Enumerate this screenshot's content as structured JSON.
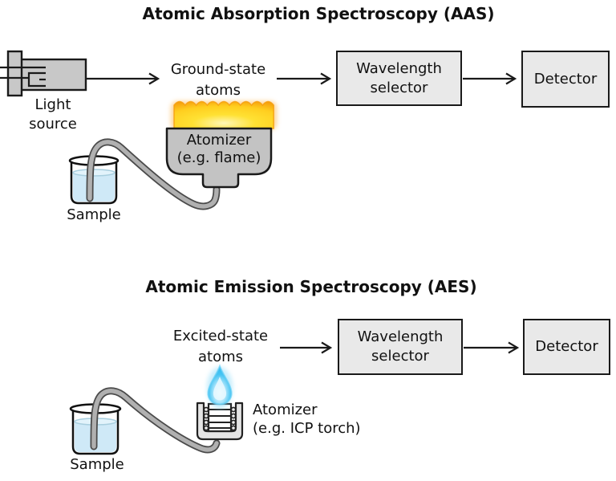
{
  "colors": {
    "box-fill": "#e9e9e9",
    "box-border": "#1a1a1a",
    "atomizer-gray": "#c3c3c3",
    "holder-gray": "#e4e4e4",
    "flame-yellow": "#ffe133",
    "flame-orange": "#f59c0c",
    "plasma-blue": "#35bdf2",
    "liquid-blue": "#cfe9f7",
    "tube-gray": "#b0b0b0",
    "text": "#111111"
  },
  "aas": {
    "title": "Atomic Absorption Spectroscopy (AAS)",
    "light_source": {
      "line1": "Light",
      "line2": "source"
    },
    "ground_state": {
      "line1": "Ground-state",
      "line2": "atoms"
    },
    "wavelength_selector": {
      "line1": "Wavelength",
      "line2": "selector"
    },
    "detector": "Detector",
    "atomizer": {
      "line1": "Atomizer",
      "line2": "(e.g. flame)"
    },
    "sample": "Sample"
  },
  "aes": {
    "title": "Atomic Emission Spectroscopy (AES)",
    "excited_state": {
      "line1": "Excited-state",
      "line2": "atoms"
    },
    "wavelength_selector": {
      "line1": "Wavelength",
      "line2": "selector"
    },
    "detector": "Detector",
    "atomizer": {
      "line1": "Atomizer",
      "line2": "(e.g. ICP torch)"
    },
    "sample": "Sample"
  }
}
